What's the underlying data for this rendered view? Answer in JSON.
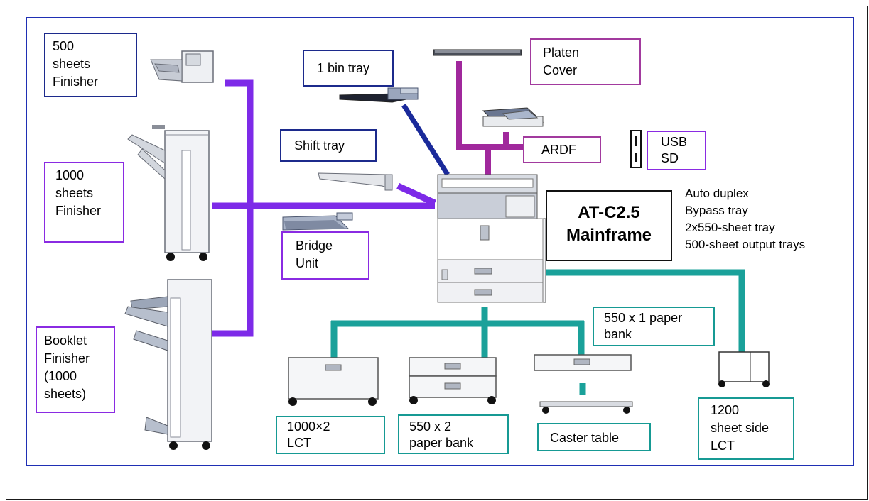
{
  "colors": {
    "purple_line": "#7d2ae8",
    "navy_line": "#1a2a9a",
    "magenta_line": "#a0289c",
    "teal_line": "#1aa19a",
    "frame_blue": "#1f2fb4"
  },
  "labels": {
    "finisher_500": "500\nsheets\nFinisher",
    "finisher_1000": "1000\nsheets\nFinisher",
    "booklet_finisher": "Booklet\nFinisher\n(1000\nsheets)",
    "bin_tray": "1 bin tray",
    "shift_tray": "Shift tray",
    "bridge_unit": "Bridge\nUnit",
    "platen_cover": "Platen\nCover",
    "ardf": "ARDF",
    "usb_sd": "USB\nSD",
    "mainframe": "AT-C2.5\nMainframe",
    "paper_bank_550x1": "550 x 1 paper\nbank",
    "lct_1000x2": "1000×2\nLCT",
    "paper_bank_550x2": "550 x 2\n paper bank",
    "caster_table": "Caster  table",
    "side_lct_1200": "1200\nsheet side\nLCT"
  },
  "mainframe_features": [
    "Auto duplex",
    "Bypass tray",
    "2x550-sheet tray",
    "500-sheet output trays"
  ]
}
